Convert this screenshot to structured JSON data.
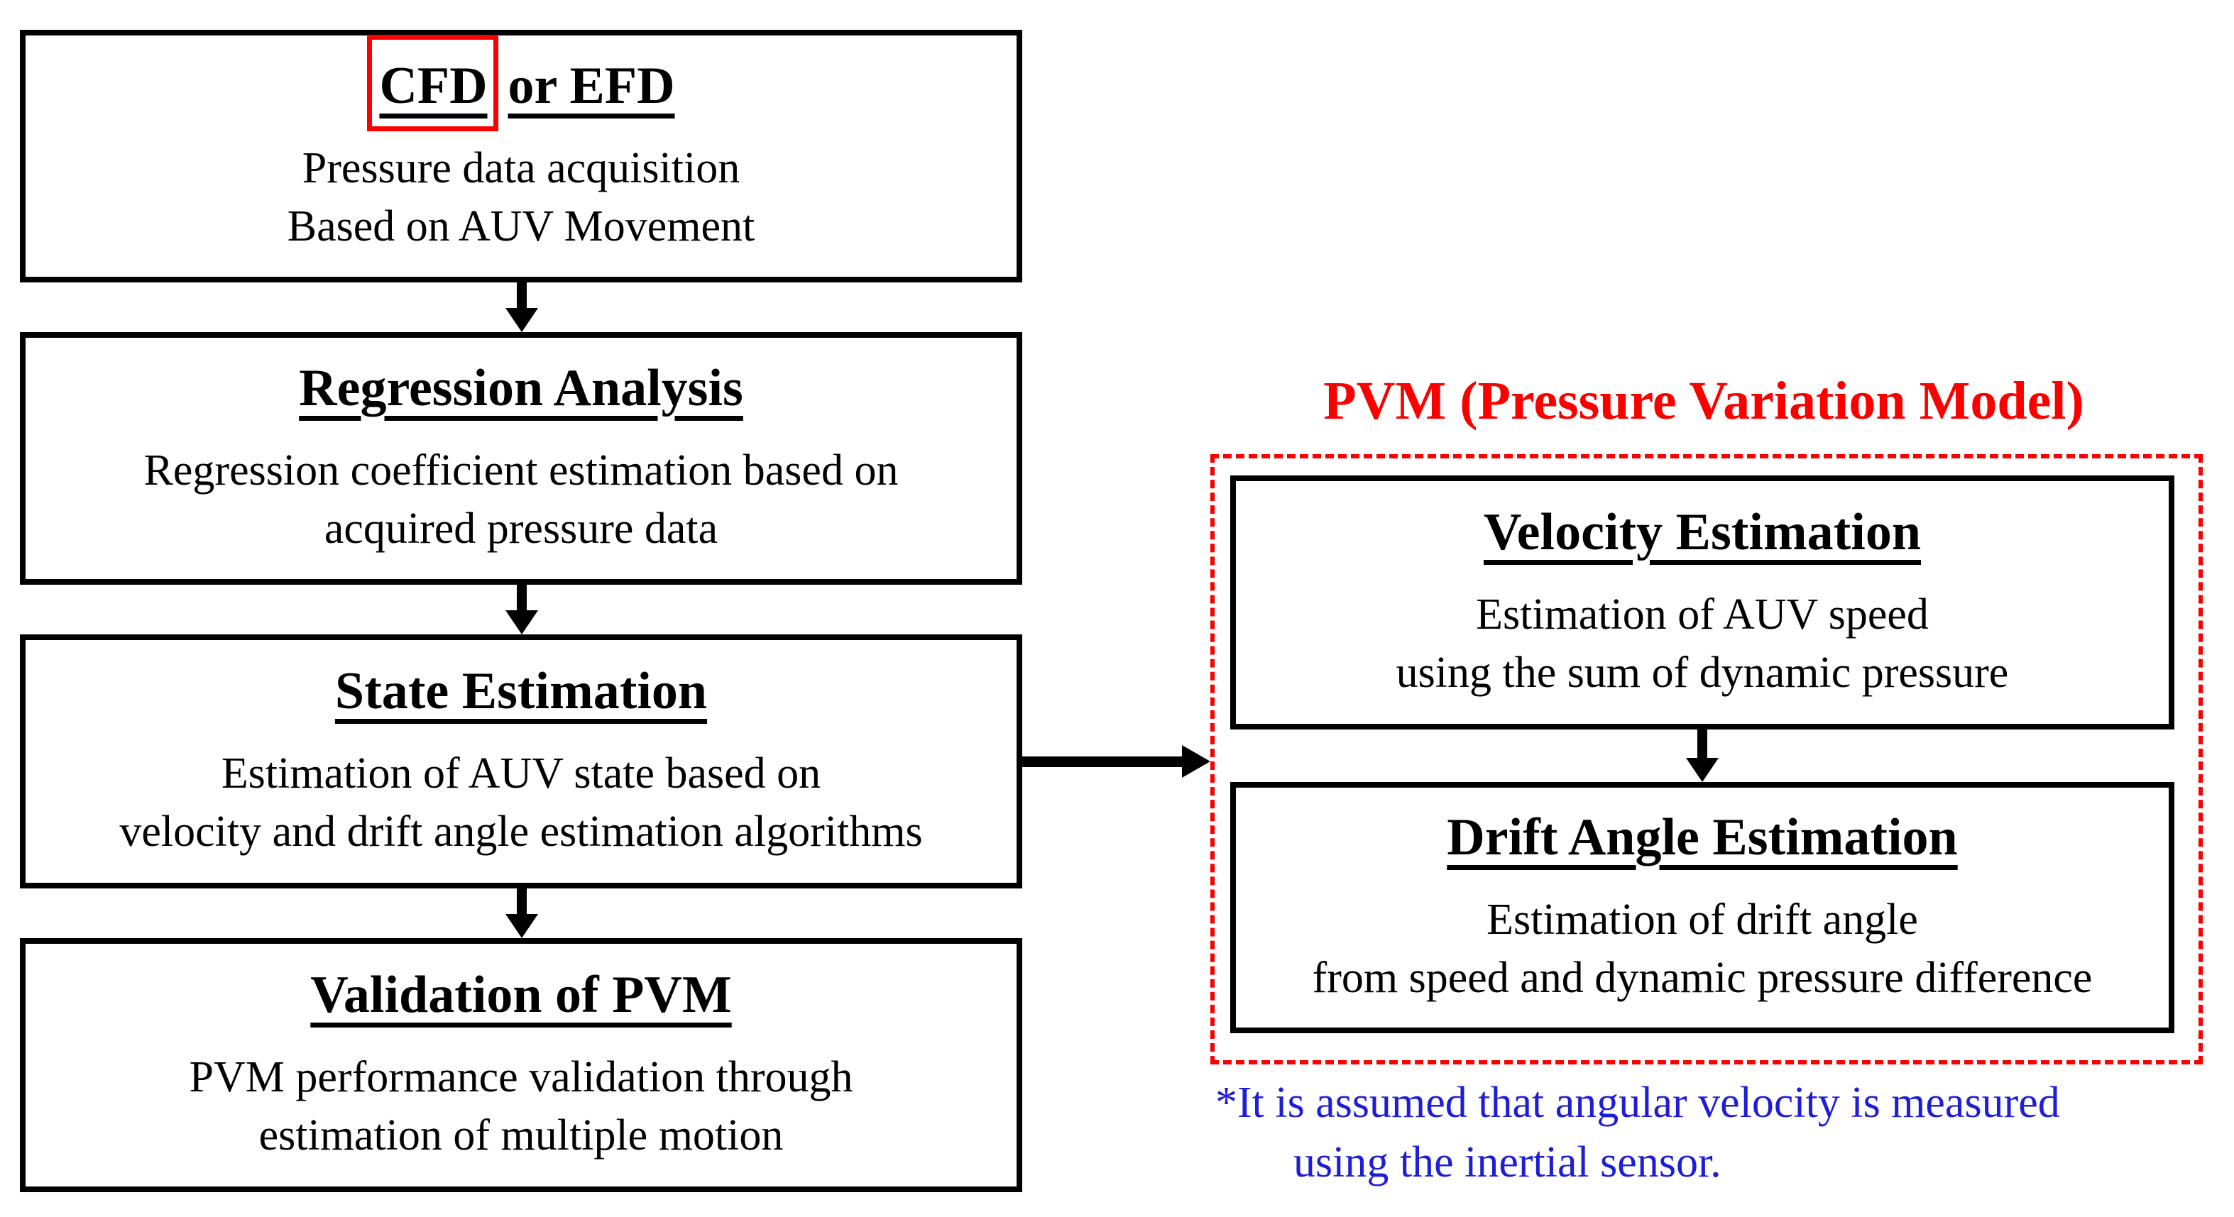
{
  "colors": {
    "highlight_red": "#fc0000",
    "note_blue": "#1e1ed7",
    "box_border_black": "#000000"
  },
  "left_flow": {
    "boxes": [
      {
        "title_highlight": "CFD",
        "title_rest": "or EFD",
        "lines": [
          "Pressure data acquisition",
          "Based on AUV Movement"
        ]
      },
      {
        "title": "Regression Analysis",
        "lines": [
          "Regression coefficient estimation based on",
          "acquired pressure data"
        ]
      },
      {
        "title": "State Estimation",
        "lines": [
          "Estimation of AUV state based on",
          "velocity and drift angle estimation algorithms"
        ]
      },
      {
        "title": "Validation of PVM",
        "lines": [
          "PVM performance validation through",
          "estimation of multiple motion"
        ]
      }
    ]
  },
  "pvm_group": {
    "heading": "PVM (Pressure Variation Model)",
    "boxes": [
      {
        "title": "Velocity Estimation",
        "lines": [
          "Estimation of AUV speed",
          "using the sum of dynamic pressure"
        ]
      },
      {
        "title": "Drift Angle Estimation",
        "lines": [
          "Estimation of drift angle",
          "from speed and dynamic pressure difference"
        ]
      }
    ],
    "footnote": {
      "line1": "*It is assumed that angular velocity is measured",
      "line2": "using the inertial sensor."
    }
  }
}
